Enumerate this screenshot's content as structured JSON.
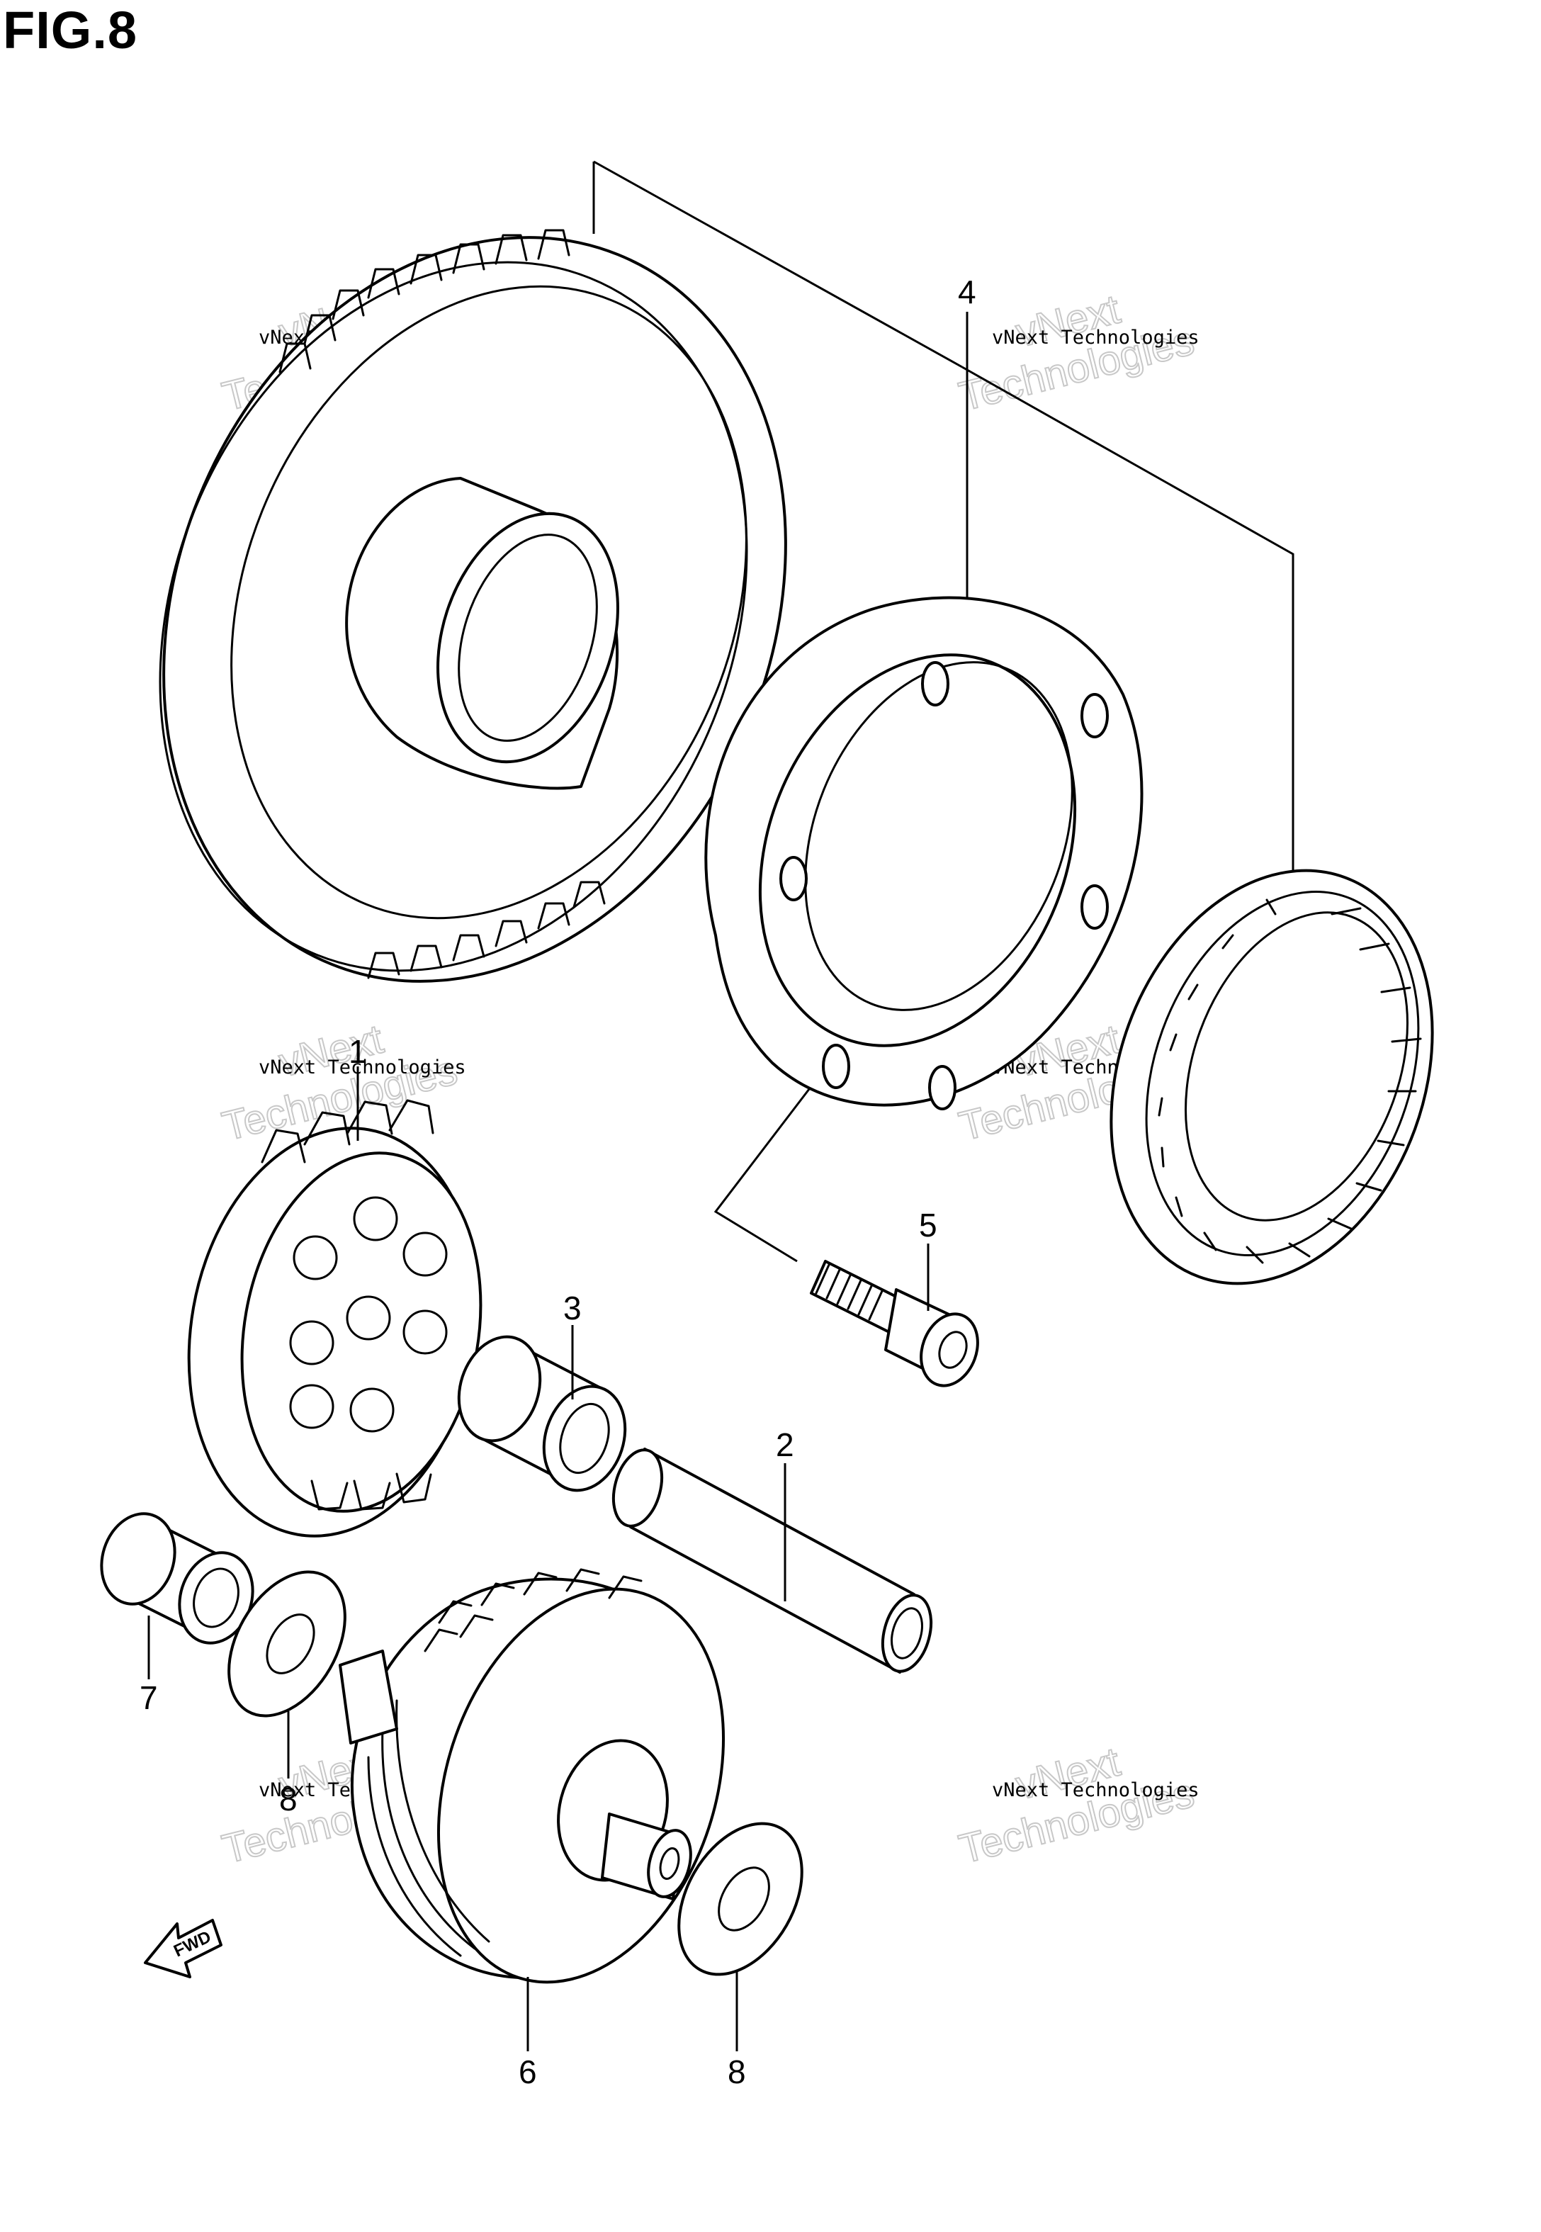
{
  "figure": {
    "title": "FIG.8"
  },
  "callouts": {
    "c1": "1",
    "c2": "2",
    "c3": "3",
    "c4": "4",
    "c5": "5",
    "c6": "6",
    "c7": "7",
    "c8a": "8",
    "c8b": "8"
  },
  "watermark": {
    "small": "vNext Technologies",
    "line1": "vNext",
    "line2": "Technologies"
  },
  "fwd_label": "FWD"
}
